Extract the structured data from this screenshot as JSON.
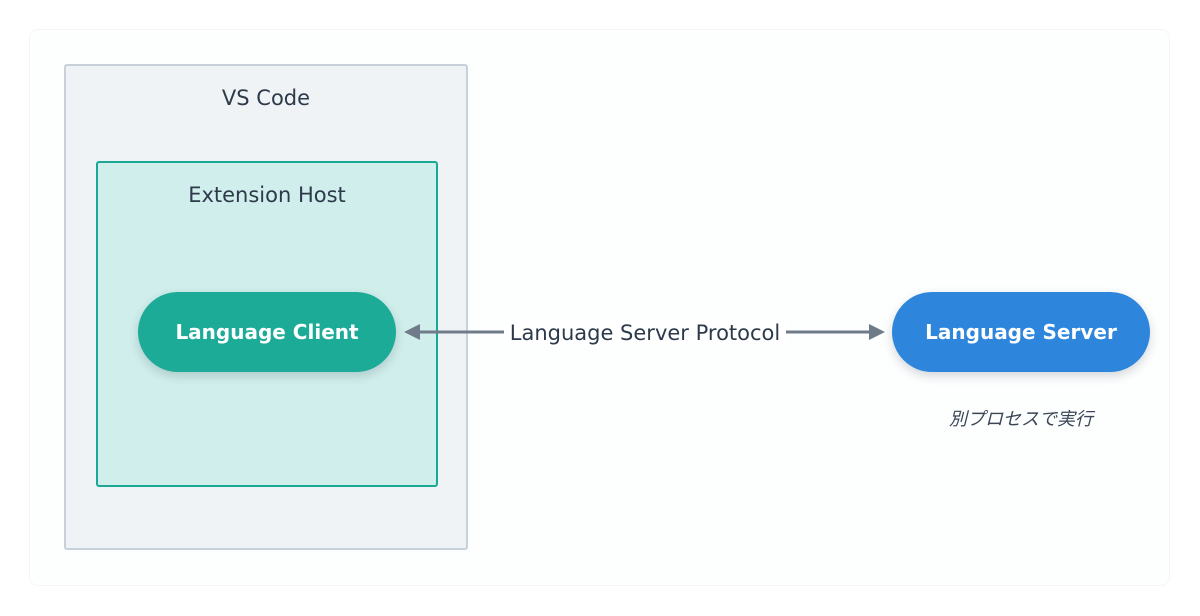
{
  "diagram": {
    "vscode_label": "VS Code",
    "extension_host_label": "Extension Host",
    "client_label": "Language Client",
    "server_label": "Language Server",
    "protocol_label": "Language Server Protocol",
    "server_note": "別プロセスで実行"
  },
  "colors": {
    "client": "#1bab97",
    "server": "#2d86dc",
    "extension_border": "#1aa895",
    "extension_fill": "#d0eeeb",
    "vscode_fill": "#eff3f6",
    "vscode_border": "#c8d0d9",
    "arrow": "#6f7b88"
  }
}
